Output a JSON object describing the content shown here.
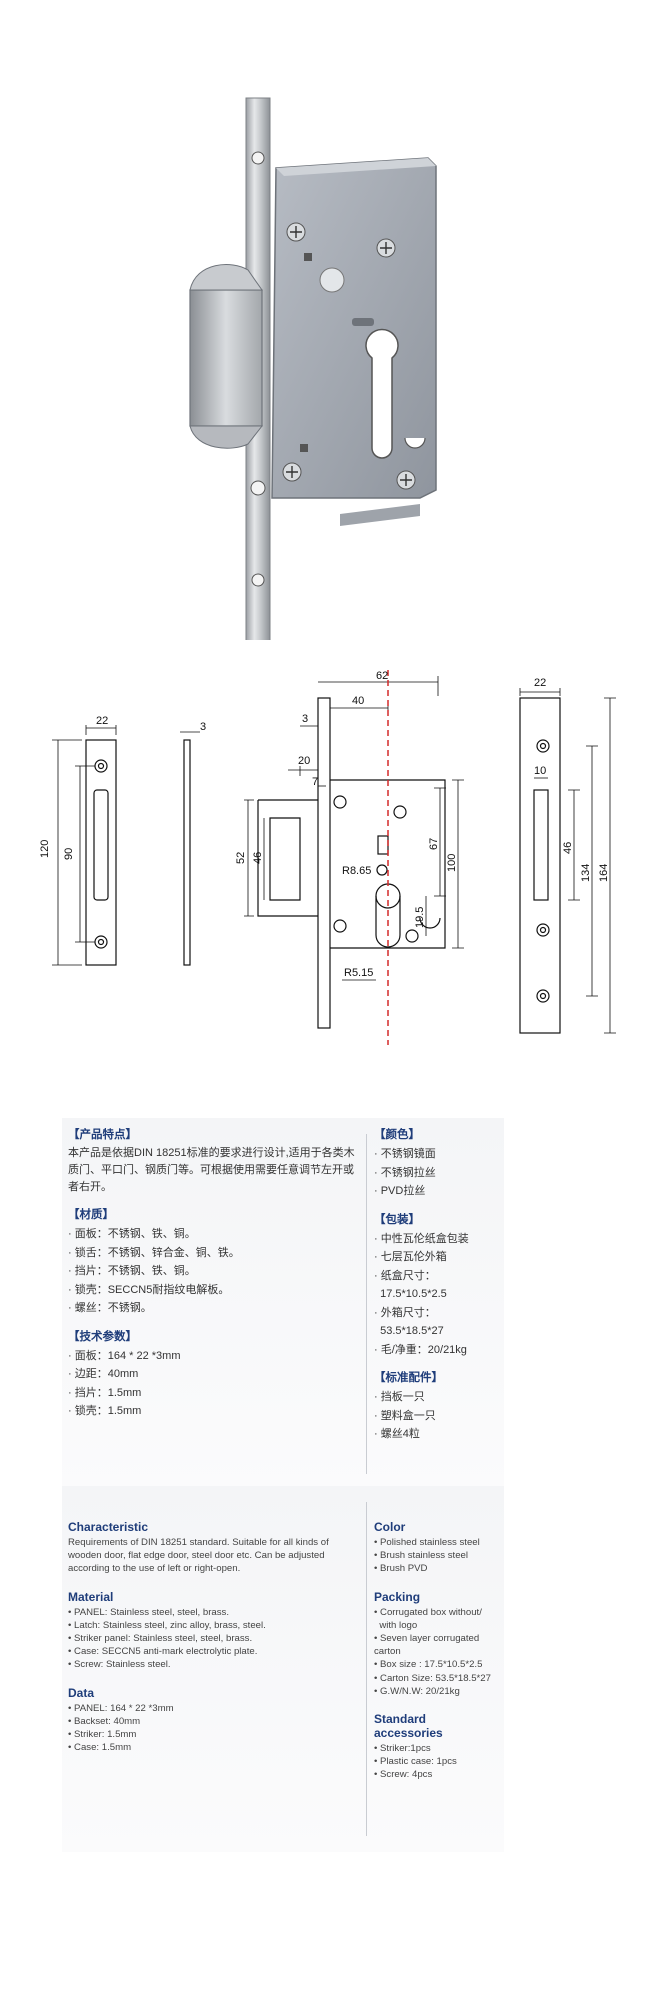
{
  "drawing_dims": {
    "striker_width": "22",
    "striker_thickness": "3",
    "striker_height": "120",
    "striker_hole_spacing": "90",
    "case_depth": "62",
    "backset": "40",
    "faceplate_thick": "3",
    "latch_depth": "20",
    "latch_offset": "7",
    "latch_outer": "52",
    "latch_inner": "46",
    "radius_top": "R8.65",
    "radius_bottom": "R5.15",
    "cyl_to_handle": "67",
    "case_height": "100",
    "cyl_offset": "19.5",
    "face_width": "22",
    "face_latch_width": "10",
    "face_latch_h": "46",
    "face_hole_spacing": "134",
    "face_height": "164"
  },
  "cn": {
    "features": {
      "title": "【产品特点】",
      "text": "本产品是依据DIN 18251标准的要求进行设计,适用于各类木质门、平口门、钢质门等。可根据使用需要任意调节左开或者右开。"
    },
    "material": {
      "title": "【材质】",
      "items": [
        "· 面板：不锈钢、铁、铜。",
        "· 锁舌：不锈钢、锌合金、铜、铁。",
        "· 挡片：不锈钢、铁、铜。",
        "· 锁壳：SECCN5耐指纹电解板。",
        "· 螺丝：不锈钢。"
      ]
    },
    "params": {
      "title": "【技术参数】",
      "items": [
        "· 面板：164 * 22 *3mm",
        "· 边距：40mm",
        "· 挡片：1.5mm",
        "· 锁壳：1.5mm"
      ]
    },
    "color": {
      "title": "【颜色】",
      "items": [
        "· 不锈钢镜面",
        "· 不锈钢拉丝",
        "· PVD拉丝"
      ]
    },
    "packing": {
      "title": "【包装】",
      "items": [
        "· 中性瓦伦纸盒包装",
        "· 七层瓦伦外箱",
        "· 纸盒尺寸：",
        "  17.5*10.5*2.5",
        "· 外箱尺寸：",
        "  53.5*18.5*27",
        "· 毛/净重：20/21kg"
      ]
    },
    "accessories": {
      "title": "【标准配件】",
      "items": [
        "· 挡板一只",
        "· 塑料盒一只",
        "· 螺丝4粒"
      ]
    }
  },
  "en": {
    "characteristic": {
      "title": "Characteristic",
      "text": "Requirements of DIN 18251 standard. Suitable for all kinds of wooden door, flat edge door, steel door etc. Can be adjusted according to the use of left or right-open."
    },
    "material": {
      "title": "Material",
      "items": [
        "• PANEL: Stainless steel, steel, brass.",
        "• Latch: Stainless steel, zinc alloy, brass, steel.",
        "• Striker panel: Stainless steel, steel, brass.",
        "• Case: SECCN5 anti-mark electrolytic plate.",
        "• Screw: Stainless steel."
      ]
    },
    "data": {
      "title": "Data",
      "items": [
        "• PANEL: 164 * 22 *3mm",
        "• Backset: 40mm",
        "• Striker: 1.5mm",
        "• Case: 1.5mm"
      ]
    },
    "color": {
      "title": "Color",
      "items": [
        "• Polished stainless steel",
        "• Brush stainless steel",
        "• Brush PVD"
      ]
    },
    "packing": {
      "title": "Packing",
      "items": [
        "• Corrugated box without/",
        "  with logo",
        "• Seven layer corrugated carton",
        "• Box size : 17.5*10.5*2.5",
        "• Carton Size: 53.5*18.5*27",
        "• G.W/N.W: 20/21kg"
      ]
    },
    "accessories": {
      "title": "Standard accessories",
      "items": [
        "• Striker:1pcs",
        "• Plastic case: 1pcs",
        "• Screw: 4pcs"
      ]
    }
  }
}
